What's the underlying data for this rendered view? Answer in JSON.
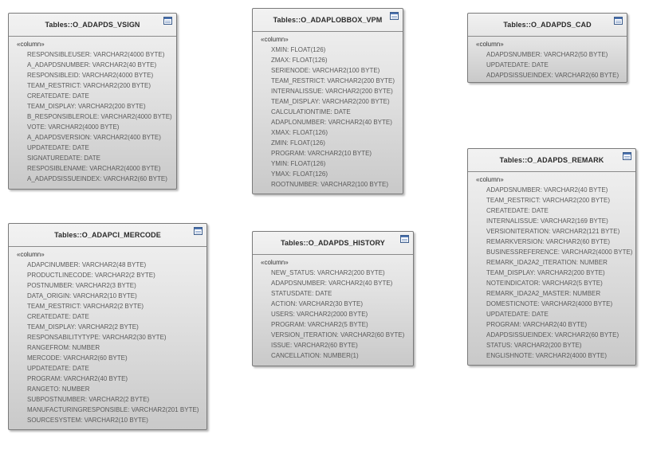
{
  "tables": [
    {
      "id": "vsign",
      "title": "Tables::O_ADAPDS_VSIGN",
      "stereotype": "«column»",
      "columns": [
        "RESPONSIBLEUSER: VARCHAR2(4000 BYTE)",
        "A_ADAPDSNUMBER: VARCHAR2(40 BYTE)",
        "RESPONSIBLEID: VARCHAR2(4000 BYTE)",
        "TEAM_RESTRICT: VARCHAR2(200 BYTE)",
        "CREATEDATE: DATE",
        "TEAM_DISPLAY: VARCHAR2(200 BYTE)",
        "B_RESPONSIBLEROLE: VARCHAR2(4000 BYTE)",
        "VOTE: VARCHAR2(4000 BYTE)",
        "A_ADAPDSVERSION: VARCHAR2(400 BYTE)",
        "UPDATEDATE: DATE",
        "SIGNATUREDATE: DATE",
        "RESPOSIBLENAME: VARCHAR2(4000 BYTE)",
        "A_ADAPDSISSUEINDEX: VARCHAR2(60 BYTE)"
      ]
    },
    {
      "id": "vpm",
      "title": "Tables::O_ADAPLOBBOX_VPM",
      "stereotype": "«column»",
      "columns": [
        "XMIN: FLOAT(126)",
        "ZMAX: FLOAT(126)",
        "SERIENODE: VARCHAR2(100 BYTE)",
        "TEAM_RESTRICT: VARCHAR2(200 BYTE)",
        "INTERNALISSUE: VARCHAR2(200 BYTE)",
        "TEAM_DISPLAY: VARCHAR2(200 BYTE)",
        "CALCULATIONTIME: DATE",
        "ADAPLONUMBER: VARCHAR2(40 BYTE)",
        "XMAX: FLOAT(126)",
        "ZMIN: FLOAT(126)",
        "PROGRAM: VARCHAR2(10 BYTE)",
        "YMIN: FLOAT(126)",
        "YMAX: FLOAT(126)",
        "ROOTNUMBER: VARCHAR2(100 BYTE)"
      ]
    },
    {
      "id": "cad",
      "title": "Tables::O_ADAPDS_CAD",
      "stereotype": "«column»",
      "columns": [
        "ADAPDSNUMBER: VARCHAR2(50 BYTE)",
        "UPDATEDATE: DATE",
        "ADAPDSISSUEINDEX: VARCHAR2(60 BYTE)"
      ]
    },
    {
      "id": "mercode",
      "title": "Tables::O_ADAPCI_MERCODE",
      "stereotype": "«column»",
      "columns": [
        "ADAPCINUMBER: VARCHAR2(48 BYTE)",
        "PRODUCTLINECODE: VARCHAR2(2 BYTE)",
        "POSTNUMBER: VARCHAR2(3 BYTE)",
        "DATA_ORIGIN: VARCHAR2(10 BYTE)",
        "TEAM_RESTRICT: VARCHAR2(2 BYTE)",
        "CREATEDATE: DATE",
        "TEAM_DISPLAY: VARCHAR2(2 BYTE)",
        "RESPONSABILITYTYPE: VARCHAR2(30 BYTE)",
        "RANGEFROM: NUMBER",
        "MERCODE: VARCHAR2(60 BYTE)",
        "UPDATEDATE: DATE",
        "PROGRAM: VARCHAR2(40 BYTE)",
        "RANGETO: NUMBER",
        "SUBPOSTNUMBER: VARCHAR2(2 BYTE)",
        "MANUFACTURINGRESPONSIBLE: VARCHAR2(201 BYTE)",
        "SOURCESYSTEM: VARCHAR2(10 BYTE)"
      ]
    },
    {
      "id": "history",
      "title": "Tables::O_ADAPDS_HISTORY",
      "stereotype": "«column»",
      "columns": [
        "NEW_STATUS: VARCHAR2(200 BYTE)",
        "ADAPDSNUMBER: VARCHAR2(40 BYTE)",
        "STATUSDATE: DATE",
        "ACTION: VARCHAR2(30 BYTE)",
        "USERS: VARCHAR2(2000 BYTE)",
        "PROGRAM: VARCHAR2(5 BYTE)",
        "VERSION_ITERATION: VARCHAR2(60 BYTE)",
        "ISSUE: VARCHAR2(60 BYTE)",
        "CANCELLATION: NUMBER(1)"
      ]
    },
    {
      "id": "remark",
      "title": "Tables::O_ADAPDS_REMARK",
      "stereotype": "«column»",
      "columns": [
        "ADAPDSNUMBER: VARCHAR2(40 BYTE)",
        "TEAM_RESTRICT: VARCHAR2(200 BYTE)",
        "CREATEDATE: DATE",
        "INTERNALISSUE: VARCHAR2(169 BYTE)",
        "VERSIONITERATION: VARCHAR2(121 BYTE)",
        "REMARKVERSION: VARCHAR2(60 BYTE)",
        "BUSINESSREFERENCE: VARCHAR2(4000 BYTE)",
        "REMARK_IDA2A2_ITERATION: NUMBER",
        "TEAM_DISPLAY: VARCHAR2(200 BYTE)",
        "NOTEINDICATOR: VARCHAR2(5 BYTE)",
        "REMARK_IDA2A2_MASTER: NUMBER",
        "DOMESTICNOTE: VARCHAR2(4000 BYTE)",
        "UPDATEDATE: DATE",
        "PROGRAM: VARCHAR2(40 BYTE)",
        "ADAPDSISSUEINDEX: VARCHAR2(60 BYTE)",
        "STATUS: VARCHAR2(200 BYTE)",
        "ENGLISHNOTE: VARCHAR2(4000 BYTE)"
      ]
    }
  ]
}
